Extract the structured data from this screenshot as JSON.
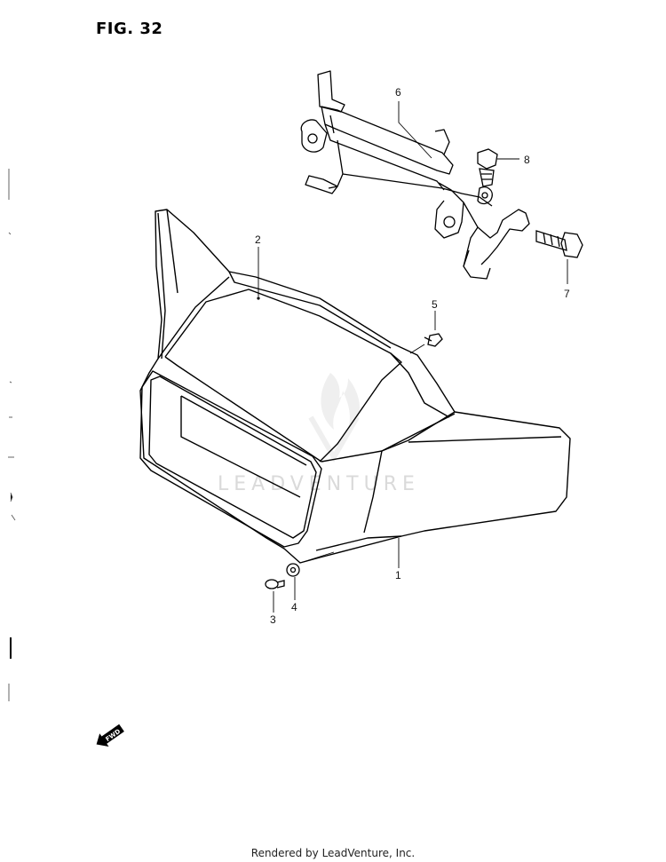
{
  "figure": {
    "title": "FIG. 32"
  },
  "callouts": [
    {
      "id": "c1",
      "label": "1"
    },
    {
      "id": "c2",
      "label": "2"
    },
    {
      "id": "c3",
      "label": "3"
    },
    {
      "id": "c4",
      "label": "4"
    },
    {
      "id": "c5",
      "label": "5"
    },
    {
      "id": "c6",
      "label": "6"
    },
    {
      "id": "c7",
      "label": "7"
    },
    {
      "id": "c8",
      "label": "8"
    }
  ],
  "watermark": "LEADVENTURE",
  "fwd_badge": "FWD",
  "footer": "Rendered by LeadVenture, Inc."
}
